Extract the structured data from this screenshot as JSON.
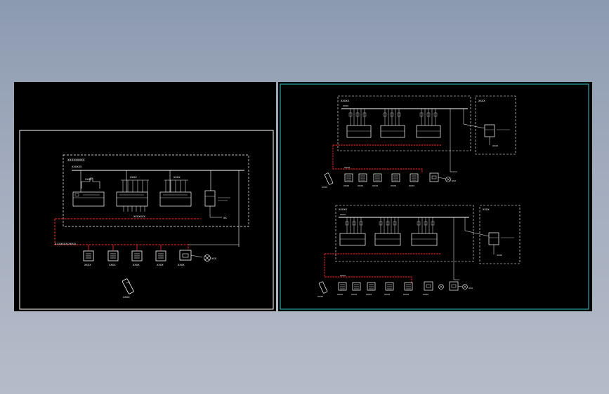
{
  "colors": {
    "background": "#9aa5b8",
    "sheet": "#000000",
    "left_frame": "#ffffff",
    "right_frame": "#36c6cf",
    "bus_line": "#ff2a2a",
    "wire": "#ffffff"
  },
  "left_drawing": {
    "panel_title": "XXXXXXXXX",
    "bus_label": "XXXXXX",
    "note": "XX",
    "bottom_bus_label": "X-XXXXXX(XXXX)",
    "module_labels": [
      "XXXX",
      "XXXX",
      "XXXX"
    ],
    "panel_caption": "XXXXXXX",
    "switch_labels": [
      "XXXX",
      "XXXX",
      "XXXX",
      "XXXX"
    ],
    "gateway_label": "XXXX",
    "lamp_label": "XXX",
    "remote_label": "XXXX"
  },
  "right_drawing": {
    "upper": {
      "panel_title": "XXXXX",
      "side_panel_title": "XXXX",
      "bus_label": "XXXX",
      "side_caption": "XXXX",
      "switch_labels": [
        "XXXX",
        "XXXX",
        "XXXX",
        "XXXX",
        "XXXX"
      ],
      "remote_label": "XXXX",
      "lamp_label": "XXX"
    },
    "lower": {
      "panel_title": "XXXXX",
      "side_panel_title": "XXXX",
      "bus_label": "XXXX",
      "side_caption": "XXXX",
      "switch_labels": [
        "XXXX",
        "XXXX",
        "XXXX",
        "XXXX",
        "XXXX",
        "XXXX"
      ],
      "remote_label": "XXXX",
      "lamp_label": "XXX"
    }
  }
}
